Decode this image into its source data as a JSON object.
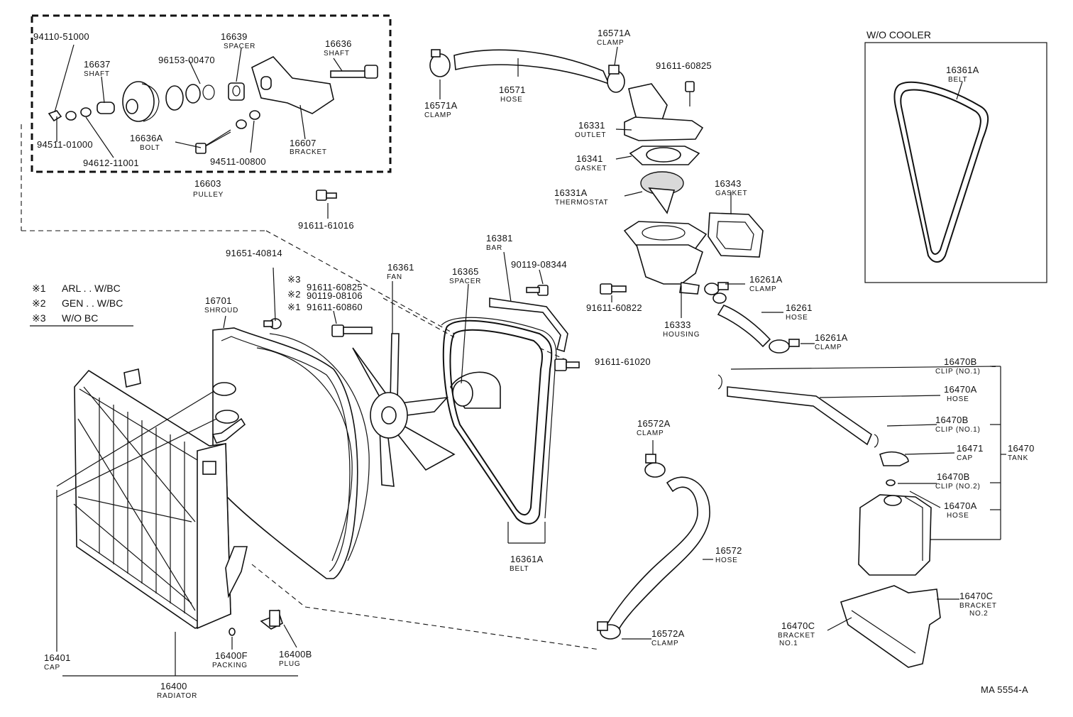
{
  "drawing_code": "MA 5554-A",
  "legend": [
    {
      "mark": "※1",
      "text": "ARL . . W/BC"
    },
    {
      "mark": "※2",
      "text": "GEN . . W/BC"
    },
    {
      "mark": "※3",
      "text": "W/O BC"
    }
  ],
  "inset_title": "W/O COOLER",
  "parts": {
    "p94110": {
      "num": "94110-51000"
    },
    "p16637": {
      "num": "16637",
      "name": "SHAFT"
    },
    "p96153": {
      "num": "96153-00470"
    },
    "p16639": {
      "num": "16639",
      "name": "SPACER"
    },
    "p16636": {
      "num": "16636",
      "name": "SHAFT"
    },
    "p16636A": {
      "num": "16636A",
      "name": "BOLT"
    },
    "p16607": {
      "num": "16607",
      "name": "BRACKET"
    },
    "p94511a": {
      "num": "94511-01000"
    },
    "p94612": {
      "num": "94612-11001"
    },
    "p94511b": {
      "num": "94511-00800"
    },
    "p16603": {
      "num": "16603",
      "name": "PULLEY"
    },
    "p91611_61016": {
      "num": "91611-61016"
    },
    "p16571A_a": {
      "num": "16571A",
      "name": "CLAMP"
    },
    "p16571A_b": {
      "num": "16571A",
      "name": "CLAMP"
    },
    "p16571": {
      "num": "16571",
      "name": "HOSE"
    },
    "p91611_60825a": {
      "num": "91611-60825"
    },
    "p16331": {
      "num": "16331",
      "name": "OUTLET"
    },
    "p16341": {
      "num": "16341",
      "name": "GASKET"
    },
    "p16331A": {
      "num": "16331A",
      "name": "THERMOSTAT"
    },
    "p16343": {
      "num": "16343",
      "name": "GASKET"
    },
    "p16361A_inset": {
      "num": "16361A",
      "name": "BELT"
    },
    "p91651": {
      "num": "91651-40814"
    },
    "p16701": {
      "num": "16701",
      "name": "SHROUD"
    },
    "p16361": {
      "num": "16361",
      "name": "FAN"
    },
    "p16365": {
      "num": "16365",
      "name": "SPACER"
    },
    "p16381": {
      "num": "16381",
      "name": "BAR"
    },
    "p90119_08344": {
      "num": "90119-08344"
    },
    "p91611_60822": {
      "num": "91611-60822"
    },
    "p16261A_a": {
      "num": "16261A",
      "name": "CLAMP"
    },
    "p16261": {
      "num": "16261",
      "name": "HOSE"
    },
    "p16333": {
      "num": "16333",
      "name": "HOUSING"
    },
    "p16261A_b": {
      "num": "16261A",
      "name": "CLAMP"
    },
    "p91611_61020": {
      "num": "91611-61020"
    },
    "fan_bolt_1": {
      "mark": "※3",
      "num": "91611-60825"
    },
    "fan_bolt_2": {
      "mark": "※2",
      "num": "90119-08106"
    },
    "fan_bolt_3": {
      "mark": "※1",
      "num": "91611-60860"
    },
    "p16470B_a": {
      "num": "16470B",
      "name": "CLIP (NO.1)"
    },
    "p16470A_a": {
      "num": "16470A",
      "name": "HOSE"
    },
    "p16470B_b": {
      "num": "16470B",
      "name": "CLIP (NO.1)"
    },
    "p16471": {
      "num": "16471",
      "name": "CAP"
    },
    "p16470": {
      "num": "16470",
      "name": "TANK"
    },
    "p16470B_c": {
      "num": "16470B",
      "name": "CLIP (NO.2)"
    },
    "p16470A_b": {
      "num": "16470A",
      "name": "HOSE"
    },
    "p16572A_a": {
      "num": "16572A",
      "name": "CLAMP"
    },
    "p16572": {
      "num": "16572",
      "name": "HOSE"
    },
    "p16572A_b": {
      "num": "16572A",
      "name": "CLAMP"
    },
    "p16361A": {
      "num": "16361A",
      "name": "BELT"
    },
    "p16470C_a": {
      "num": "16470C",
      "name": "BRACKET",
      "sub": "NO.2"
    },
    "p16470C_b": {
      "num": "16470C",
      "name": "BRACKET",
      "sub": "NO.1"
    },
    "p16401": {
      "num": "16401",
      "name": "CAP"
    },
    "p16400F": {
      "num": "16400F",
      "name": "PACKING"
    },
    "p16400B": {
      "num": "16400B",
      "name": "PLUG"
    },
    "p16400": {
      "num": "16400",
      "name": "RADIATOR"
    }
  }
}
